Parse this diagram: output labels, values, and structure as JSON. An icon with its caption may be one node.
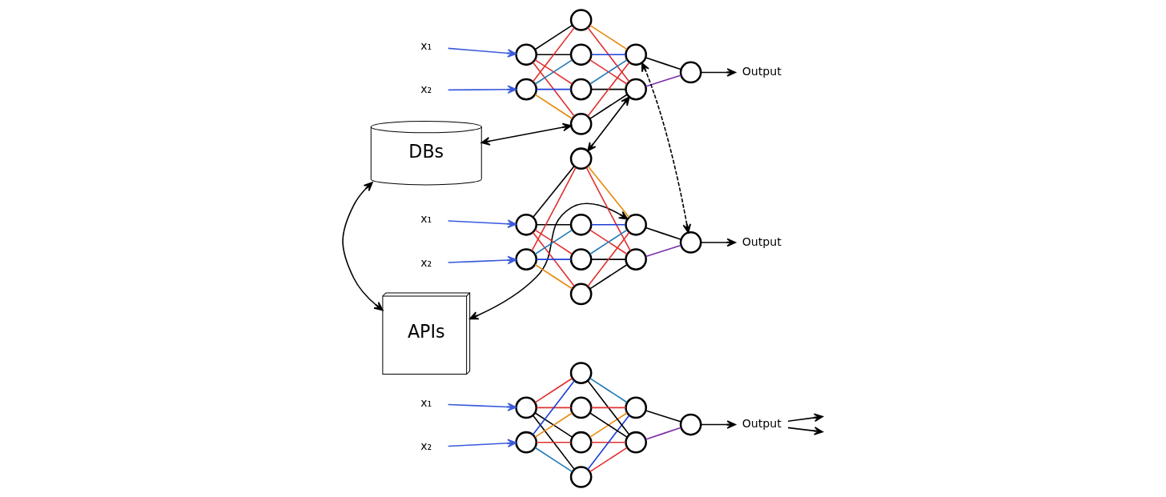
{
  "diagram": {
    "nodes": [
      {
        "text": [
          "x₁"
        ]
      },
      {
        "text": [
          "x₂"
        ]
      },
      {
        "text": [],
        "shape": "circle"
      },
      {
        "text": [],
        "shape": "circle"
      },
      {
        "text": [],
        "shape": "circle"
      },
      {
        "text": [],
        "shape": "circle"
      },
      {
        "text": [],
        "shape": "circle"
      },
      {
        "text": [],
        "shape": "circle"
      },
      {
        "text": [],
        "shape": "circle"
      },
      {
        "text": [],
        "shape": "circle"
      },
      {
        "text": [],
        "shape": "circle"
      },
      {
        "text": [
          "Output"
        ]
      },
      {
        "text": [
          "x₁"
        ]
      },
      {
        "text": [
          "x₂"
        ]
      },
      {
        "text": [],
        "shape": "circle"
      },
      {
        "text": [],
        "shape": "circle"
      },
      {
        "text": [],
        "shape": "circle"
      },
      {
        "text": [],
        "shape": "circle"
      },
      {
        "text": [],
        "shape": "circle"
      },
      {
        "text": [],
        "shape": "circle"
      },
      {
        "text": [],
        "shape": "circle"
      },
      {
        "text": [],
        "shape": "circle"
      },
      {
        "text": [],
        "shape": "circle"
      },
      {
        "text": [
          "Output"
        ]
      },
      {
        "text": [
          "APIs"
        ]
      },
      {
        "text": [
          "DBs"
        ]
      },
      {
        "text": [
          "x₁"
        ]
      },
      {
        "text": [
          "x₂"
        ]
      },
      {
        "text": [],
        "shape": "circle"
      },
      {
        "text": [],
        "shape": "circle"
      },
      {
        "text": [],
        "shape": "circle"
      },
      {
        "text": [],
        "shape": "circle"
      },
      {
        "text": [],
        "shape": "circle"
      },
      {
        "text": [],
        "shape": "circle"
      },
      {
        "text": [],
        "shape": "circle"
      },
      {
        "text": [],
        "shape": "circle"
      },
      {
        "text": [],
        "shape": "circle"
      },
      {
        "text": [
          "Output"
        ]
      }
    ],
    "edges": [
      {
        "from": 0,
        "to": 2,
        "arrow": "to",
        "color": "#3b5bdb"
      },
      {
        "from": 1,
        "to": 3,
        "arrow": "to",
        "color": "#3b5bdb"
      },
      {
        "from": 2,
        "to": 4,
        "arrow": "none"
      },
      {
        "from": 2,
        "to": 5,
        "arrow": "none"
      },
      {
        "from": 2,
        "to": 6,
        "arrow": "none",
        "color": "#e03131"
      },
      {
        "from": 2,
        "to": 7,
        "arrow": "none",
        "color": "#e03131"
      },
      {
        "from": 3,
        "to": 4,
        "arrow": "none",
        "color": "#e03131"
      },
      {
        "from": 3,
        "to": 5,
        "arrow": "none",
        "color": "#1f78b4"
      },
      {
        "from": 3,
        "to": 6,
        "arrow": "none",
        "color": "#1c3fd6"
      },
      {
        "from": 3,
        "to": 7,
        "arrow": "none",
        "color": "#e8890c"
      },
      {
        "from": 4,
        "to": 8,
        "arrow": "none",
        "color": "#e8890c"
      },
      {
        "from": 4,
        "to": 9,
        "arrow": "none",
        "color": "#e03131"
      },
      {
        "from": 5,
        "to": 8,
        "arrow": "none",
        "color": "#1c3fd6"
      },
      {
        "from": 5,
        "to": 9,
        "arrow": "none",
        "color": "#e03131"
      },
      {
        "from": 6,
        "to": 8,
        "arrow": "none",
        "color": "#1f78b4"
      },
      {
        "from": 6,
        "to": 9,
        "arrow": "none"
      },
      {
        "from": 7,
        "to": 8,
        "arrow": "none",
        "color": "#e03131"
      },
      {
        "from": 7,
        "to": 9,
        "arrow": "none"
      },
      {
        "from": 8,
        "to": 10,
        "arrow": "none"
      },
      {
        "from": 9,
        "to": 10,
        "arrow": "none",
        "color": "#7b2fa8"
      },
      {
        "from": 10,
        "to": 11,
        "arrow": "to"
      },
      {
        "from": 11,
        "to": null,
        "arrow": "to"
      },
      {
        "from": 11,
        "to": null,
        "arrow": "to"
      },
      {
        "from": 12,
        "to": 14,
        "arrow": "to",
        "color": "#3b5bdb"
      },
      {
        "from": 13,
        "to": 15,
        "arrow": "to",
        "color": "#3b5bdb"
      },
      {
        "from": 14,
        "to": 16,
        "arrow": "none"
      },
      {
        "from": 14,
        "to": 17,
        "arrow": "none"
      },
      {
        "from": 14,
        "to": 18,
        "arrow": "none",
        "color": "#e03131"
      },
      {
        "from": 14,
        "to": 19,
        "arrow": "none",
        "color": "#e03131"
      },
      {
        "from": 15,
        "to": 16,
        "arrow": "none",
        "color": "#e03131"
      },
      {
        "from": 15,
        "to": 17,
        "arrow": "none",
        "color": "#1f78b4"
      },
      {
        "from": 15,
        "to": 18,
        "arrow": "none",
        "color": "#1c3fd6"
      },
      {
        "from": 15,
        "to": 19,
        "arrow": "none",
        "color": "#e8890c"
      },
      {
        "from": 16,
        "to": 20,
        "arrow": "none",
        "color": "#e8890c"
      },
      {
        "from": 16,
        "to": 21,
        "arrow": "none",
        "color": "#e03131"
      },
      {
        "from": 17,
        "to": 20,
        "arrow": "none",
        "color": "#1c3fd6"
      },
      {
        "from": 17,
        "to": 21,
        "arrow": "none",
        "color": "#e03131"
      },
      {
        "from": 18,
        "to": 20,
        "arrow": "none",
        "color": "#1f78b4"
      },
      {
        "from": 18,
        "to": 21,
        "arrow": "none"
      },
      {
        "from": 19,
        "to": 20,
        "arrow": "none",
        "color": "#e03131"
      },
      {
        "from": 19,
        "to": 21,
        "arrow": "none"
      },
      {
        "from": 20,
        "to": 22,
        "arrow": "none"
      },
      {
        "from": 21,
        "to": 22,
        "arrow": "none",
        "color": "#7b2fa8"
      },
      {
        "from": 22,
        "to": 23,
        "arrow": "to"
      },
      {
        "from": 26,
        "to": 28,
        "arrow": "to",
        "color": "#3b5bdb"
      },
      {
        "from": 27,
        "to": 29,
        "arrow": "to",
        "color": "#3b5bdb"
      },
      {
        "from": 28,
        "to": 30,
        "arrow": "none"
      },
      {
        "from": 28,
        "to": 31,
        "arrow": "none"
      },
      {
        "from": 28,
        "to": 32,
        "arrow": "none",
        "color": "#e03131"
      },
      {
        "from": 28,
        "to": 33,
        "arrow": "none",
        "color": "#e03131"
      },
      {
        "from": 29,
        "to": 30,
        "arrow": "none",
        "color": "#e03131"
      },
      {
        "from": 29,
        "to": 31,
        "arrow": "none",
        "color": "#1f78b4"
      },
      {
        "from": 29,
        "to": 32,
        "arrow": "none",
        "color": "#1c3fd6"
      },
      {
        "from": 29,
        "to": 33,
        "arrow": "none",
        "color": "#e8890c"
      },
      {
        "from": 30,
        "to": 34,
        "arrow": "none",
        "color": "#e8890c"
      },
      {
        "from": 30,
        "to": 35,
        "arrow": "none",
        "color": "#e03131"
      },
      {
        "from": 31,
        "to": 34,
        "arrow": "none",
        "color": "#1c3fd6"
      },
      {
        "from": 31,
        "to": 35,
        "arrow": "none",
        "color": "#e03131"
      },
      {
        "from": 32,
        "to": 34,
        "arrow": "none",
        "color": "#1f78b4"
      },
      {
        "from": 32,
        "to": 35,
        "arrow": "none"
      },
      {
        "from": 33,
        "to": 34,
        "arrow": "none",
        "color": "#e03131"
      },
      {
        "from": 33,
        "to": 35,
        "arrow": "none"
      },
      {
        "from": 34,
        "to": 36,
        "arrow": "none"
      },
      {
        "from": 35,
        "to": 36,
        "arrow": "none",
        "color": "#7b2fa8"
      },
      {
        "from": 36,
        "to": 37,
        "arrow": "to"
      },
      {
        "from": 19,
        "to": 25,
        "arrow": "both"
      },
      {
        "from": 21,
        "to": 30,
        "arrow": "both"
      },
      {
        "from": 25,
        "to": 24,
        "arrow": "both"
      },
      {
        "from": 24,
        "to": 34,
        "arrow": "both"
      },
      {
        "from": 36,
        "to": 20,
        "arrow": "both",
        "style": "dashed"
      }
    ]
  }
}
